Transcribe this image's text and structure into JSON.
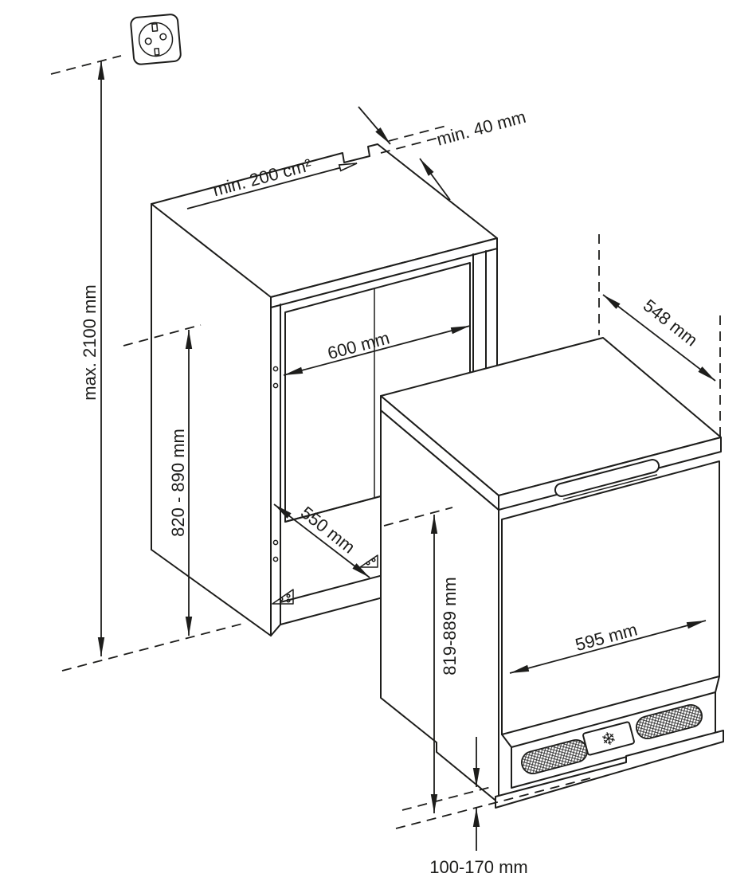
{
  "diagram": {
    "labels": {
      "socket_height": "max. 2100 mm",
      "vent_area": "min. 200 cm²",
      "vent_gap": "min. 40 mm",
      "niche_width": "600 mm",
      "niche_height": "820 - 890 mm",
      "niche_depth": "550 mm",
      "appliance_depth": "548 mm",
      "appliance_height": "819-889 mm",
      "appliance_width": "595 mm",
      "plinth_height": "100-170 mm"
    },
    "icons": {
      "snowflake_glyph": "❄",
      "socket_icon": "schuko-power-socket"
    },
    "colors": {
      "line": "#1d1d1b",
      "background": "#ffffff"
    }
  }
}
